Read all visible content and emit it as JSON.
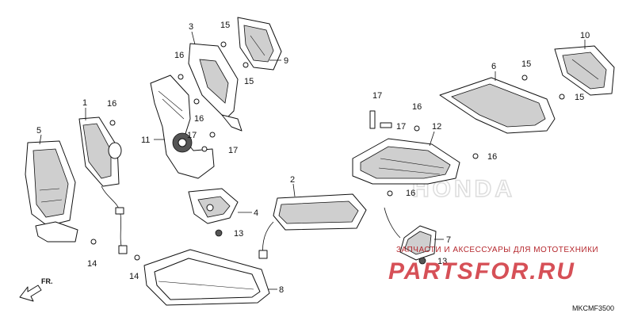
{
  "diagram": {
    "callouts": {
      "c1": "1",
      "c2": "2",
      "c3": "3",
      "c4": "4",
      "c5": "5",
      "c6": "6",
      "c7": "7",
      "c8": "8",
      "c9": "9",
      "c10": "10",
      "c11": "11",
      "c12": "12",
      "c13a": "13",
      "c13b": "13",
      "c14a": "14",
      "c14b": "14",
      "c15a": "15",
      "c15b": "15",
      "c15c": "15",
      "c15d": "15",
      "c16a": "16",
      "c16b": "16",
      "c16c": "16",
      "c16d": "16",
      "c16e": "16",
      "c16f": "16",
      "c17a": "17",
      "c17b": "17",
      "c17c": "17",
      "c17d": "17"
    },
    "direction_label": "FR.",
    "diagram_code": "MKCMF3500",
    "background_logo": "HONDA"
  },
  "watermark": {
    "tagline": "ЗАПЧАСТИ И АКСЕССУАРЫ ДЛЯ МОТОТЕХНИКИ",
    "brand": "PARTSFOR.RU",
    "color": "#d0323a"
  }
}
